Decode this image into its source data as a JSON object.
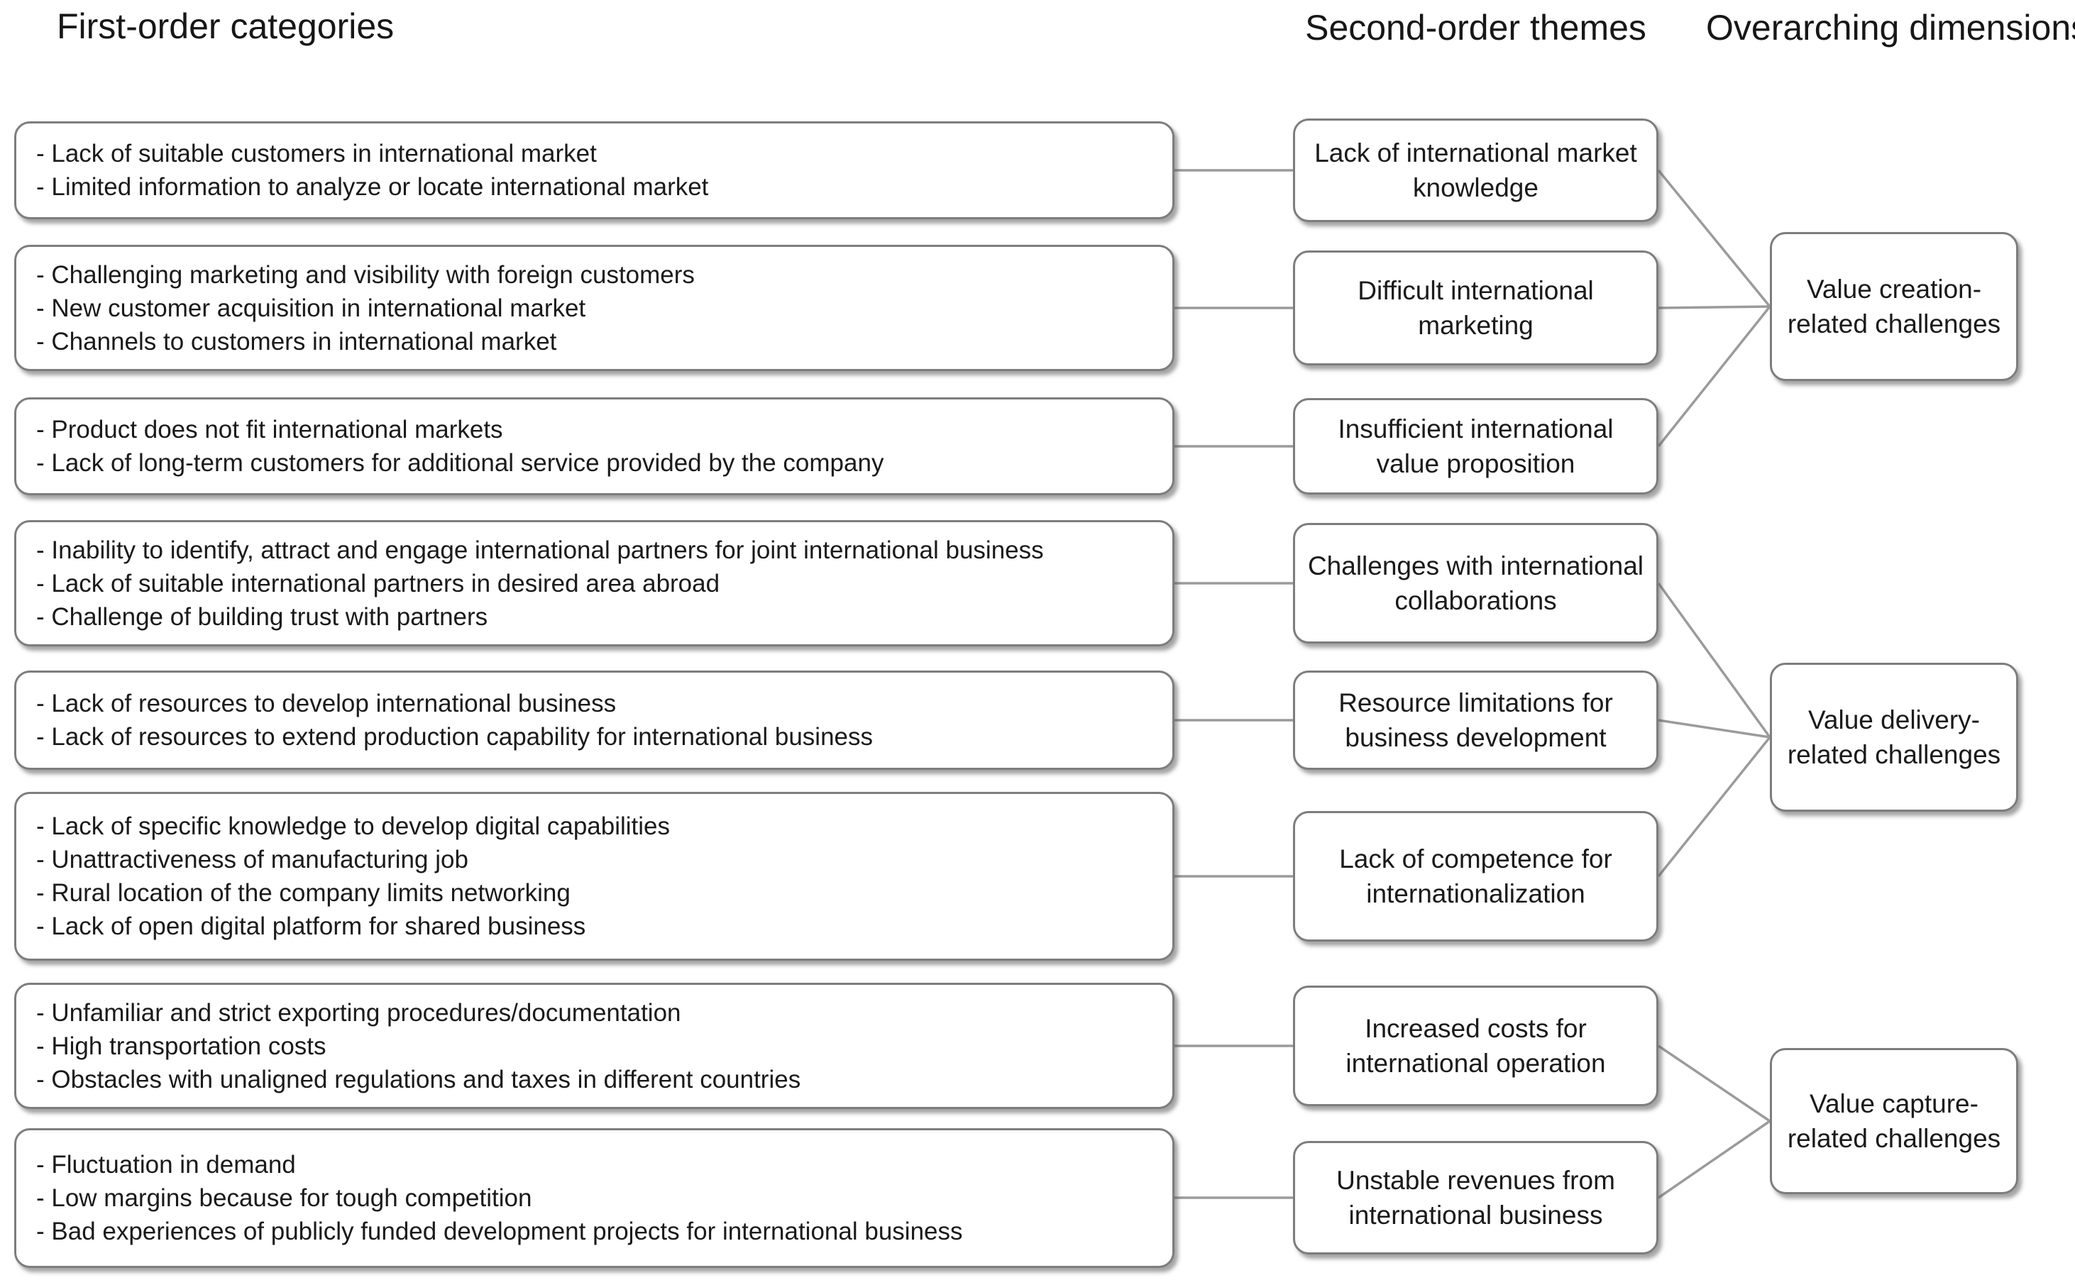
{
  "headers": {
    "first_order": "First-order categories",
    "second_order": "Second-order themes",
    "overarching": "Overarching dimensions"
  },
  "first_order_categories": [
    {
      "text": "- Lack of suitable customers in international market\n- Limited information to analyze or locate international market"
    },
    {
      "text": "- Challenging marketing and visibility with foreign customers\n- New customer acquisition in international market\n- Channels to customers in international market"
    },
    {
      "text": "- Product does not fit international markets\n- Lack of long-term customers for additional service provided by the company"
    },
    {
      "text": "- Inability to identify, attract and engage international partners for joint international business\n- Lack of suitable international partners in desired area abroad\n- Challenge of building trust with partners"
    },
    {
      "text": "- Lack of resources to develop international business\n- Lack of resources to extend production capability for international business"
    },
    {
      "text": "- Lack of specific knowledge to develop digital capabilities\n- Unattractiveness of manufacturing job\n- Rural location of the company limits networking\n- Lack of open digital platform for shared business"
    },
    {
      "text": "- Unfamiliar and strict exporting procedures/documentation\n- High transportation costs\n- Obstacles with unaligned regulations and taxes in different countries"
    },
    {
      "text": "- Fluctuation in demand\n- Low margins because for tough competition\n- Bad experiences of publicly funded development projects for international business"
    }
  ],
  "second_order_themes": [
    {
      "text": "Lack of international market knowledge"
    },
    {
      "text": "Difficult international marketing"
    },
    {
      "text": "Insufficient international value proposition"
    },
    {
      "text": "Challenges with international collaborations"
    },
    {
      "text": "Resource limitations for business development"
    },
    {
      "text": "Lack of competence for internationalization"
    },
    {
      "text": "Increased costs for international operation"
    },
    {
      "text": "Unstable revenues from international business"
    }
  ],
  "overarching_dimensions": [
    {
      "text": "Value creation-related challenges"
    },
    {
      "text": "Value delivery-related challenges"
    },
    {
      "text": "Value capture-related challenges"
    }
  ],
  "colors": {
    "box_border": "#7d7d7d",
    "connector": "#9b9b9b",
    "text": "#1a1a1a",
    "box_fill": "#ffffff"
  }
}
